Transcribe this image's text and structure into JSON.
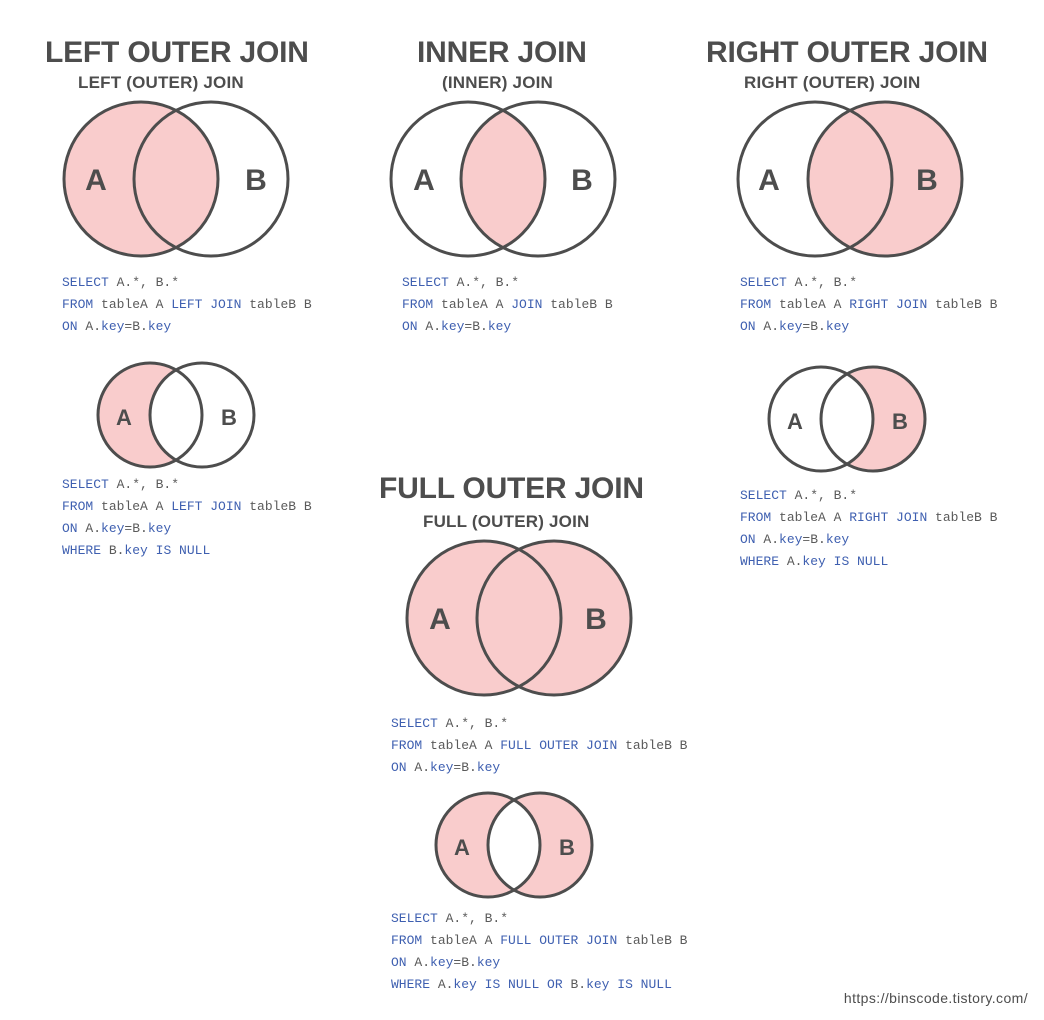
{
  "page": {
    "background": "#ffffff",
    "fill_color": "#f9cccc",
    "stroke_color": "#4d4d4d",
    "label_color": "#4d4d4d",
    "keyword_color": "#3e5fb0",
    "identifier_color": "#5a5a5a",
    "footer_url": "https://binscode.tistory.com/"
  },
  "sections": [
    {
      "id": "left-outer-join",
      "title": "LEFT OUTER JOIN",
      "subtitle": "LEFT (OUTER) JOIN",
      "diagrams": [
        {
          "id": "left-outer-join-venn",
          "label_a": "A",
          "label_b": "B",
          "fill": "a-plus-intersection",
          "size": "large",
          "sql": [
            [
              {
                "t": "SELECT",
                "c": "kw"
              },
              {
                "t": " A.*, B.*",
                "c": "id"
              }
            ],
            [
              {
                "t": "FROM",
                "c": "kw"
              },
              {
                "t": " tableA A ",
                "c": "id"
              },
              {
                "t": "LEFT JOIN",
                "c": "kw"
              },
              {
                "t": " tableB B",
                "c": "id"
              }
            ],
            [
              {
                "t": "ON",
                "c": "kw"
              },
              {
                "t": " A.",
                "c": "id"
              },
              {
                "t": "key",
                "c": "kw"
              },
              {
                "t": "=B.",
                "c": "id"
              },
              {
                "t": "key",
                "c": "kw"
              }
            ]
          ]
        },
        {
          "id": "left-excluding-join-venn",
          "label_a": "A",
          "label_b": "B",
          "fill": "a-only",
          "size": "small",
          "sql": [
            [
              {
                "t": "SELECT",
                "c": "kw"
              },
              {
                "t": " A.*, B.*",
                "c": "id"
              }
            ],
            [
              {
                "t": "FROM",
                "c": "kw"
              },
              {
                "t": " tableA A ",
                "c": "id"
              },
              {
                "t": "LEFT JOIN",
                "c": "kw"
              },
              {
                "t": " tableB B",
                "c": "id"
              }
            ],
            [
              {
                "t": "ON",
                "c": "kw"
              },
              {
                "t": " A.",
                "c": "id"
              },
              {
                "t": "key",
                "c": "kw"
              },
              {
                "t": "=B.",
                "c": "id"
              },
              {
                "t": "key",
                "c": "kw"
              }
            ],
            [
              {
                "t": "WHERE",
                "c": "kw"
              },
              {
                "t": " B.",
                "c": "id"
              },
              {
                "t": "key",
                "c": "kw"
              },
              {
                "t": " ",
                "c": "id"
              },
              {
                "t": "IS NULL",
                "c": "kw"
              }
            ]
          ]
        }
      ]
    },
    {
      "id": "inner-join",
      "title": "INNER JOIN",
      "subtitle": "(INNER) JOIN",
      "diagrams": [
        {
          "id": "inner-join-venn",
          "label_a": "A",
          "label_b": "B",
          "fill": "intersection-only",
          "size": "large",
          "sql": [
            [
              {
                "t": "SELECT",
                "c": "kw"
              },
              {
                "t": " A.*, B.*",
                "c": "id"
              }
            ],
            [
              {
                "t": "FROM",
                "c": "kw"
              },
              {
                "t": " tableA A ",
                "c": "id"
              },
              {
                "t": "JOIN",
                "c": "kw"
              },
              {
                "t": " tableB B",
                "c": "id"
              }
            ],
            [
              {
                "t": "ON",
                "c": "kw"
              },
              {
                "t": " A.",
                "c": "id"
              },
              {
                "t": "key",
                "c": "kw"
              },
              {
                "t": "=B.",
                "c": "id"
              },
              {
                "t": "key",
                "c": "kw"
              }
            ]
          ]
        }
      ]
    },
    {
      "id": "right-outer-join",
      "title": "RIGHT OUTER JOIN",
      "subtitle": "RIGHT (OUTER) JOIN",
      "diagrams": [
        {
          "id": "right-outer-join-venn",
          "label_a": "A",
          "label_b": "B",
          "fill": "b-plus-intersection",
          "size": "large",
          "sql": [
            [
              {
                "t": "SELECT",
                "c": "kw"
              },
              {
                "t": " A.*, B.*",
                "c": "id"
              }
            ],
            [
              {
                "t": "FROM",
                "c": "kw"
              },
              {
                "t": " tableA A ",
                "c": "id"
              },
              {
                "t": "RIGHT JOIN",
                "c": "kw"
              },
              {
                "t": " tableB B",
                "c": "id"
              }
            ],
            [
              {
                "t": "ON",
                "c": "kw"
              },
              {
                "t": " A.",
                "c": "id"
              },
              {
                "t": "key",
                "c": "kw"
              },
              {
                "t": "=B.",
                "c": "id"
              },
              {
                "t": "key",
                "c": "kw"
              }
            ]
          ]
        },
        {
          "id": "right-excluding-join-venn",
          "label_a": "A",
          "label_b": "B",
          "fill": "b-only",
          "size": "small",
          "sql": [
            [
              {
                "t": "SELECT",
                "c": "kw"
              },
              {
                "t": " A.*, B.*",
                "c": "id"
              }
            ],
            [
              {
                "t": "FROM",
                "c": "kw"
              },
              {
                "t": " tableA A ",
                "c": "id"
              },
              {
                "t": "RIGHT JOIN",
                "c": "kw"
              },
              {
                "t": " tableB B",
                "c": "id"
              }
            ],
            [
              {
                "t": "ON",
                "c": "kw"
              },
              {
                "t": " A.",
                "c": "id"
              },
              {
                "t": "key",
                "c": "kw"
              },
              {
                "t": "=B.",
                "c": "id"
              },
              {
                "t": "key",
                "c": "kw"
              }
            ],
            [
              {
                "t": "WHERE",
                "c": "kw"
              },
              {
                "t": " A.",
                "c": "id"
              },
              {
                "t": "key",
                "c": "kw"
              },
              {
                "t": " ",
                "c": "id"
              },
              {
                "t": "IS NULL",
                "c": "kw"
              }
            ]
          ]
        }
      ]
    },
    {
      "id": "full-outer-join",
      "title": "FULL OUTER JOIN",
      "subtitle": "FULL (OUTER) JOIN",
      "diagrams": [
        {
          "id": "full-outer-join-venn",
          "label_a": "A",
          "label_b": "B",
          "fill": "both",
          "size": "large",
          "sql": [
            [
              {
                "t": "SELECT",
                "c": "kw"
              },
              {
                "t": " A.*, B.*",
                "c": "id"
              }
            ],
            [
              {
                "t": "FROM",
                "c": "kw"
              },
              {
                "t": " tableA A ",
                "c": "id"
              },
              {
                "t": "FULL OUTER JOIN",
                "c": "kw"
              },
              {
                "t": " tableB B",
                "c": "id"
              }
            ],
            [
              {
                "t": "ON",
                "c": "kw"
              },
              {
                "t": " A.",
                "c": "id"
              },
              {
                "t": "key",
                "c": "kw"
              },
              {
                "t": "=B.",
                "c": "id"
              },
              {
                "t": "key",
                "c": "kw"
              }
            ]
          ]
        },
        {
          "id": "full-excluding-join-venn",
          "label_a": "A",
          "label_b": "B",
          "fill": "both-minus-intersection",
          "size": "small",
          "sql": [
            [
              {
                "t": "SELECT",
                "c": "kw"
              },
              {
                "t": " A.*, B.*",
                "c": "id"
              }
            ],
            [
              {
                "t": "FROM",
                "c": "kw"
              },
              {
                "t": " tableA A ",
                "c": "id"
              },
              {
                "t": "FULL OUTER JOIN",
                "c": "kw"
              },
              {
                "t": " tableB B",
                "c": "id"
              }
            ],
            [
              {
                "t": "ON",
                "c": "kw"
              },
              {
                "t": " A.",
                "c": "id"
              },
              {
                "t": "key",
                "c": "kw"
              },
              {
                "t": "=B.",
                "c": "id"
              },
              {
                "t": "key",
                "c": "kw"
              }
            ],
            [
              {
                "t": "WHERE",
                "c": "kw"
              },
              {
                "t": " A.",
                "c": "id"
              },
              {
                "t": "key",
                "c": "kw"
              },
              {
                "t": " ",
                "c": "id"
              },
              {
                "t": "IS NULL OR",
                "c": "kw"
              },
              {
                "t": " B.",
                "c": "id"
              },
              {
                "t": "key",
                "c": "kw"
              },
              {
                "t": " ",
                "c": "id"
              },
              {
                "t": "IS NULL",
                "c": "kw"
              }
            ]
          ]
        }
      ]
    }
  ]
}
